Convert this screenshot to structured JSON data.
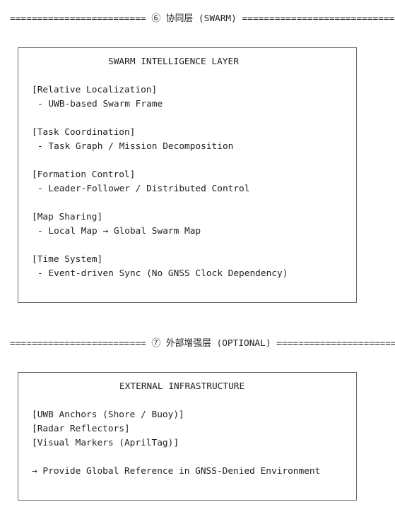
{
  "section_swarm": {
    "separator": "========================= ⑥ 协同层 (SWARM) ============================",
    "box": {
      "title": "SWARM INTELLIGENCE LAYER",
      "items": [
        {
          "header": "[Relative Localization]",
          "detail": "- UWB-based Swarm Frame"
        },
        {
          "header": "[Task Coordination]",
          "detail": "- Task Graph / Mission Decomposition"
        },
        {
          "header": "[Formation Control]",
          "detail": "- Leader-Follower / Distributed Control"
        },
        {
          "header": "[Map Sharing]",
          "detail": "- Local Map → Global Swarm Map"
        },
        {
          "header": "[Time System]",
          "detail": "- Event-driven Sync (No GNSS Clock Dependency)"
        }
      ]
    }
  },
  "section_external": {
    "separator": "========================= ⑦ 外部增强层 (OPTIONAL) ======================",
    "box": {
      "title": "EXTERNAL INFRASTRUCTURE",
      "items": [
        "[UWB Anchors (Shore / Buoy)]",
        "[Radar Reflectors]",
        "[Visual Markers (AprilTag)]"
      ],
      "note": "→ Provide Global Reference in GNSS-Denied Environment"
    }
  }
}
